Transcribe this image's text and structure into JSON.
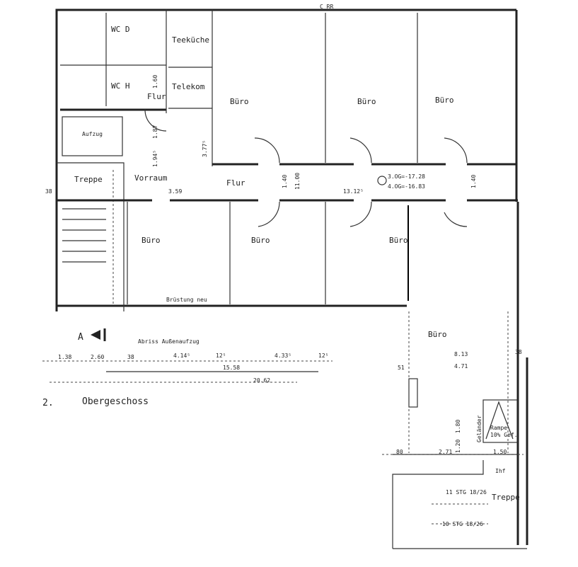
{
  "plan": {
    "floor_title": "Obergeschoss",
    "floor_number": "2.",
    "section_marker": "A",
    "rooms": {
      "wc_d": "WC D",
      "wc_h": "WC H",
      "teekueche": "Teeküche",
      "telekom": "Telekom",
      "flur_small": "Flur",
      "aufzug": "Aufzug",
      "treppe_left": "Treppe",
      "vorraum": "Vorraum",
      "flur": "Flur",
      "buero_top_1": "Büro",
      "buero_top_2": "Büro",
      "buero_top_3": "Büro",
      "buero_bottom_1": "Büro",
      "buero_bottom_2": "Büro",
      "buero_bottom_3": "Büro",
      "buero_right": "Büro",
      "rampe": "Rampe",
      "rampe_note": "10% Gef.",
      "gelaender": "Geländer",
      "treppe_right": "Treppe",
      "ihf": "Ihf"
    },
    "notes": {
      "top_edge": "C RR",
      "bruestung": "Brüstung neu",
      "aufzug_note": "Abriss Außenaufzug",
      "level_1": "3.OG=-17.28",
      "level_2": "4.OG=-16.83",
      "stairs_1": "11 STG 18/26",
      "stairs_2": "10 STG 18/26"
    },
    "dimensions": {
      "d_138": "1.38",
      "d_260": "2.60",
      "d_38": "38",
      "d_4145": "4.14⁵",
      "d_125a": "12⁵",
      "d_4335": "4.33⁵",
      "d_125b": "12⁵",
      "d_1558": "15.58",
      "d_2062": "20.62",
      "d_359": "3.59",
      "d_1335": "13.12⁵",
      "d_1100": "11.00",
      "d_140a": "1.40",
      "d_140b": "1.40",
      "d_3775": "3.77⁵",
      "d_1945": "1.94⁵",
      "d_187": "1.87",
      "d_160": "1.60",
      "d_813": "8.13",
      "d_471": "4.71",
      "d_51": "51",
      "d_80": "80",
      "d_271": "2.71",
      "d_150": "1.50",
      "d_180": "1.80",
      "d_120": "1.20",
      "d_38b": "38",
      "d_38left": "38"
    }
  }
}
